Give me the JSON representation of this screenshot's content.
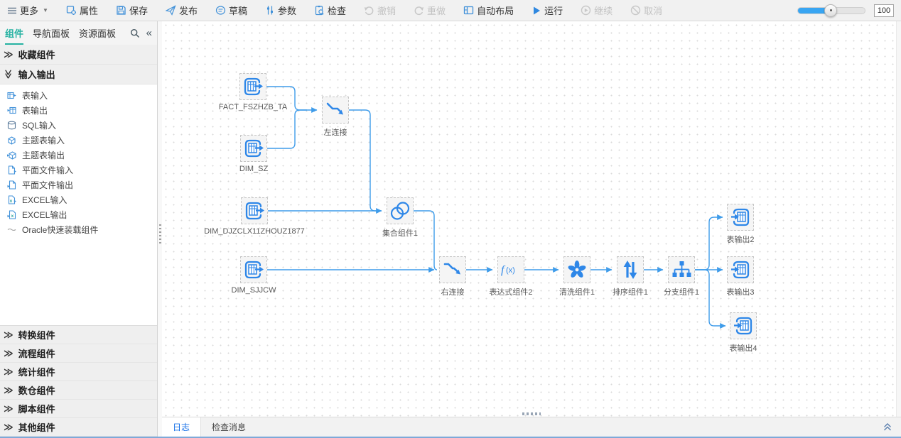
{
  "colors": {
    "accent_blue": "#4191d9",
    "edge_blue": "#3f9cea",
    "node_blue": "#2e87e8",
    "active_teal": "#26b2a2",
    "log_tab_blue": "#1a73e8",
    "bottom_line_blue": "#7ea9d8"
  },
  "toolbar": {
    "items": [
      {
        "label": "更多",
        "icon": "menu-icon",
        "enabled": true
      },
      {
        "label": "属性",
        "icon": "properties-icon",
        "enabled": true
      },
      {
        "label": "保存",
        "icon": "save-icon",
        "enabled": true
      },
      {
        "label": "发布",
        "icon": "publish-icon",
        "enabled": true
      },
      {
        "label": "草稿",
        "icon": "draft-icon",
        "enabled": true
      },
      {
        "label": "参数",
        "icon": "params-icon",
        "enabled": true
      },
      {
        "label": "检查",
        "icon": "check-icon",
        "enabled": true
      },
      {
        "label": "撤销",
        "icon": "undo-icon",
        "enabled": false
      },
      {
        "label": "重做",
        "icon": "redo-icon",
        "enabled": false
      },
      {
        "label": "自动布局",
        "icon": "auto-layout-icon",
        "enabled": true
      },
      {
        "label": "运行",
        "icon": "run-icon",
        "enabled": true
      },
      {
        "label": "继续",
        "icon": "continue-icon",
        "enabled": false
      },
      {
        "label": "取消",
        "icon": "cancel-icon",
        "enabled": false
      }
    ],
    "zoom": {
      "value": "100"
    }
  },
  "sidebar": {
    "tabs": [
      {
        "label": "组件",
        "active": true
      },
      {
        "label": "导航面板",
        "active": false
      },
      {
        "label": "资源面板",
        "active": false
      }
    ],
    "tools": [
      {
        "icon": "search-icon"
      },
      {
        "icon": "collapse-left-icon"
      }
    ],
    "sections": [
      {
        "label": "收藏组件",
        "expanded": false
      },
      {
        "label": "输入输出",
        "expanded": true,
        "items": [
          {
            "label": "表输入",
            "icon": "table-input-icon"
          },
          {
            "label": "表输出",
            "icon": "table-output-icon"
          },
          {
            "label": "SQL输入",
            "icon": "sql-input-icon"
          },
          {
            "label": "主题表输入",
            "icon": "theme-table-input-icon"
          },
          {
            "label": "主题表输出",
            "icon": "theme-table-output-icon"
          },
          {
            "label": "平面文件输入",
            "icon": "flat-file-input-icon"
          },
          {
            "label": "平面文件输出",
            "icon": "flat-file-output-icon"
          },
          {
            "label": "EXCEL输入",
            "icon": "excel-input-icon"
          },
          {
            "label": "EXCEL输出",
            "icon": "excel-output-icon"
          },
          {
            "label": "Oracle快速装载组件",
            "icon": "oracle-loader-icon"
          }
        ]
      },
      {
        "label": "转换组件",
        "expanded": false
      },
      {
        "label": "流程组件",
        "expanded": false
      },
      {
        "label": "统计组件",
        "expanded": false
      },
      {
        "label": "数仓组件",
        "expanded": false
      },
      {
        "label": "脚本组件",
        "expanded": false
      },
      {
        "label": "其他组件",
        "expanded": false
      }
    ]
  },
  "canvas": {
    "nodes": [
      {
        "label": "FACT_FSZHZB_TA",
        "type": "table-input"
      },
      {
        "label": "DIM_SZ",
        "type": "table-input"
      },
      {
        "label": "左连接",
        "type": "join-left"
      },
      {
        "label": "DIM_DJZCLX11ZHOUZ1877",
        "type": "table-input"
      },
      {
        "label": "集合组件1",
        "type": "union"
      },
      {
        "label": "DIM_SJJCW",
        "type": "table-input"
      },
      {
        "label": "右连接",
        "type": "join-right"
      },
      {
        "label": "表达式组件2",
        "type": "expression"
      },
      {
        "label": "清洗组件1",
        "type": "clean"
      },
      {
        "label": "排序组件1",
        "type": "sort"
      },
      {
        "label": "分支组件1",
        "type": "branch"
      },
      {
        "label": "表输出2",
        "type": "table-output"
      },
      {
        "label": "表输出3",
        "type": "table-output"
      },
      {
        "label": "表输出4",
        "type": "table-output"
      }
    ],
    "edges": [
      {
        "from": "FACT_FSZHZB_TA",
        "to": "左连接"
      },
      {
        "from": "DIM_SZ",
        "to": "左连接"
      },
      {
        "from": "左连接",
        "to": "集合组件1"
      },
      {
        "from": "DIM_DJZCLX11ZHOUZ1877",
        "to": "集合组件1"
      },
      {
        "from": "集合组件1",
        "to": "右连接"
      },
      {
        "from": "DIM_SJJCW",
        "to": "右连接"
      },
      {
        "from": "右连接",
        "to": "表达式组件2"
      },
      {
        "from": "表达式组件2",
        "to": "清洗组件1"
      },
      {
        "from": "清洗组件1",
        "to": "排序组件1"
      },
      {
        "from": "排序组件1",
        "to": "分支组件1"
      },
      {
        "from": "分支组件1",
        "to": "表输出2"
      },
      {
        "from": "分支组件1",
        "to": "表输出3"
      },
      {
        "from": "分支组件1",
        "to": "表输出4"
      }
    ]
  },
  "bottom_panel": {
    "tabs": [
      {
        "label": "日志",
        "active": true
      },
      {
        "label": "检查消息",
        "active": false
      }
    ]
  }
}
